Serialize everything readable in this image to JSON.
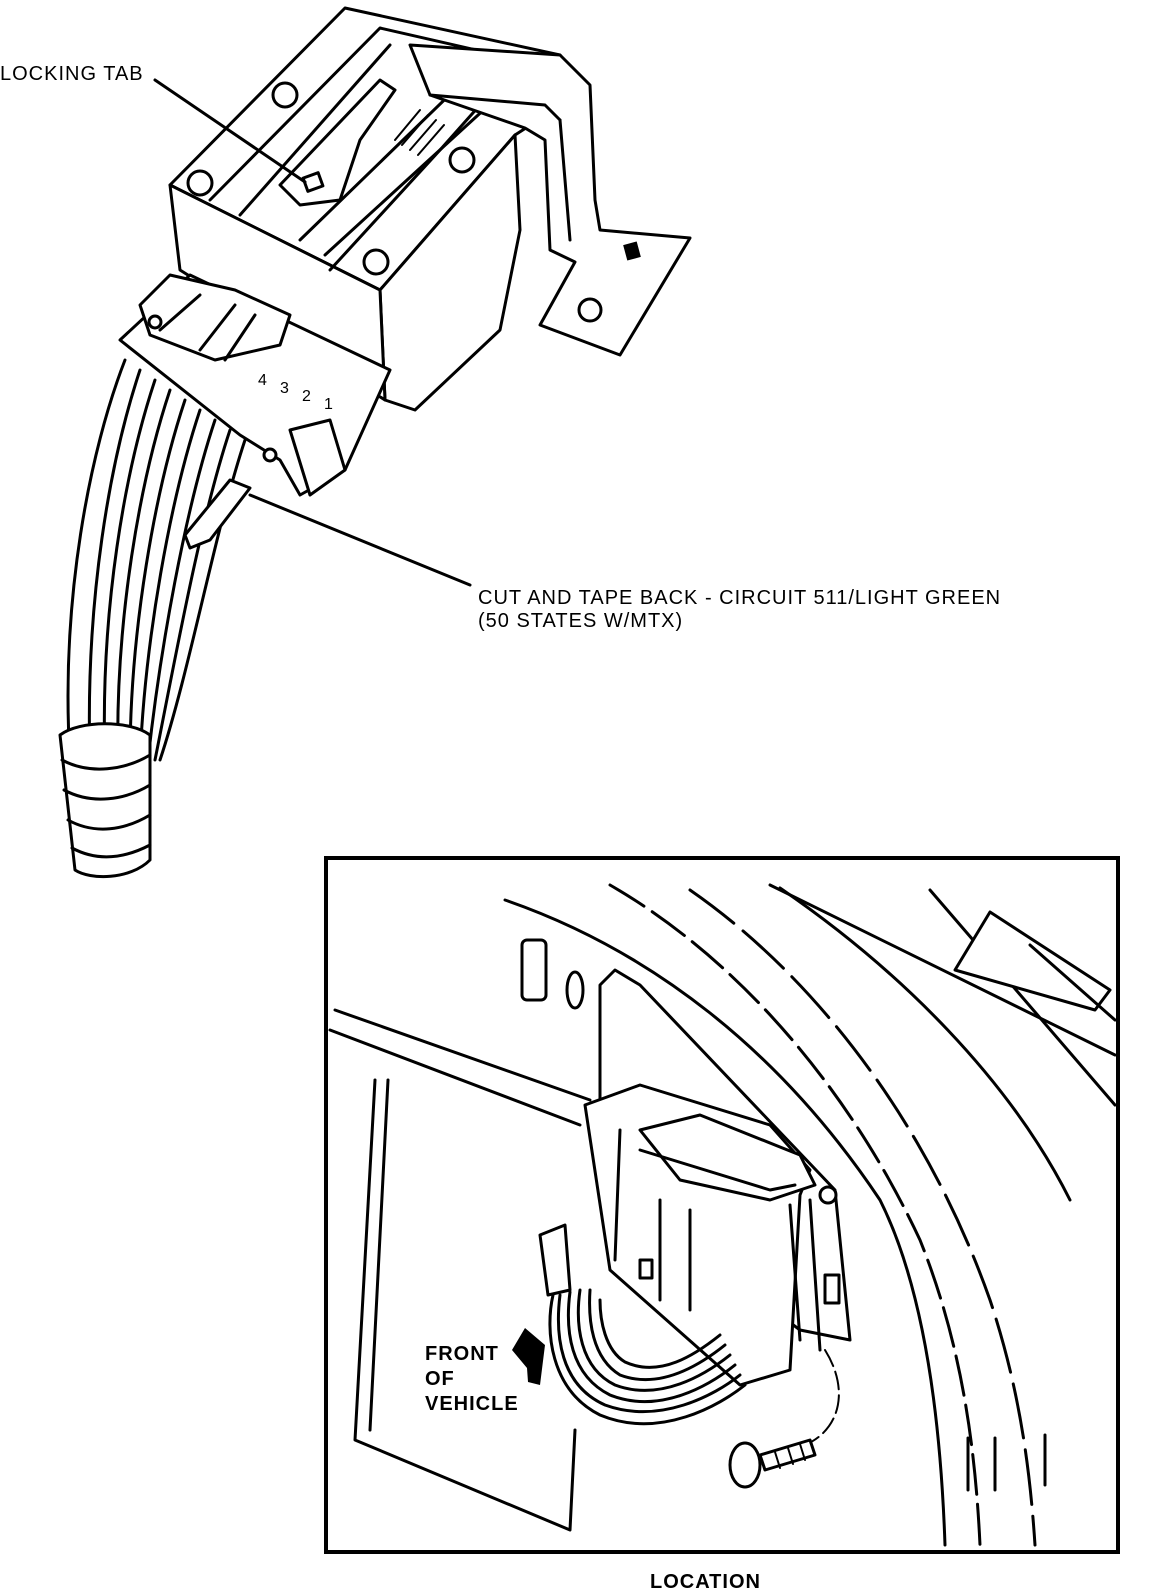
{
  "labels": {
    "locking_tab": "LOCKING TAB",
    "cut_line1": "CUT AND TAPE BACK - CIRCUIT 511/LIGHT GREEN",
    "cut_line2": "(50 STATES W/MTX)",
    "front_line1": "FRONT",
    "front_line2": "OF",
    "front_line3": "VEHICLE",
    "location": "LOCATION"
  },
  "connector_pins": [
    "4",
    "3",
    "2",
    "1"
  ]
}
